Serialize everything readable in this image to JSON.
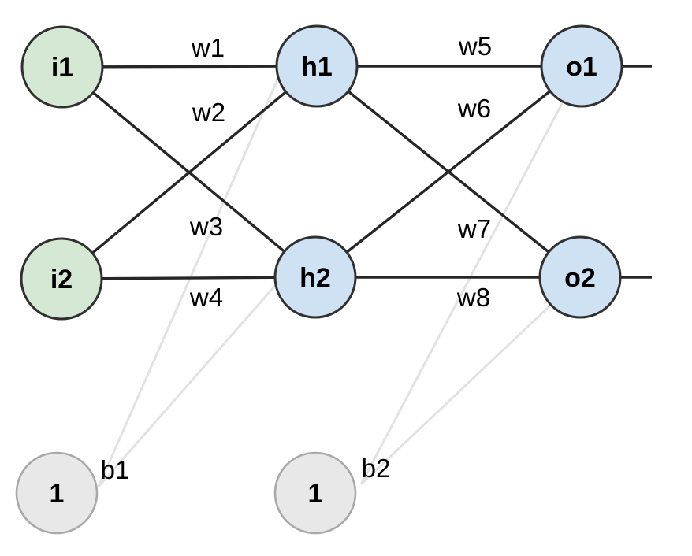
{
  "colors": {
    "background": "#ffffff",
    "input_fill": "#d5e8d4",
    "hidden_fill": "#cfe2f3",
    "output_fill": "#cfe2f3",
    "bias_fill": "#e8e8e8",
    "node_border": "#303030",
    "bias_border": "#a9a9a9",
    "edge_dark": "#262626",
    "edge_light": "#e2e2e2",
    "text": "#000000"
  },
  "diagram": {
    "type": "feedforward-neural-network",
    "description": "Two-input, two-hidden, two-output neural network with bias nodes",
    "nodes": {
      "i1": {
        "label": "i1",
        "type": "input"
      },
      "i2": {
        "label": "i2",
        "type": "input"
      },
      "h1": {
        "label": "h1",
        "type": "hidden"
      },
      "h2": {
        "label": "h2",
        "type": "hidden"
      },
      "o1": {
        "label": "o1",
        "type": "output"
      },
      "o2": {
        "label": "o2",
        "type": "output"
      },
      "b1": {
        "label": "1",
        "type": "bias"
      },
      "b2": {
        "label": "1",
        "type": "bias"
      }
    },
    "weights": {
      "w1": {
        "label": "w1",
        "from": "i1",
        "to": "h1"
      },
      "w2": {
        "label": "w2",
        "from": "i2",
        "to": "h1"
      },
      "w3": {
        "label": "w3",
        "from": "i1",
        "to": "h2"
      },
      "w4": {
        "label": "w4",
        "from": "i2",
        "to": "h2"
      },
      "w5": {
        "label": "w5",
        "from": "h1",
        "to": "o1"
      },
      "w6": {
        "label": "w6",
        "from": "h2",
        "to": "o1"
      },
      "w7": {
        "label": "w7",
        "from": "h1",
        "to": "o2"
      },
      "w8": {
        "label": "w8",
        "from": "h2",
        "to": "o2"
      }
    },
    "biases": {
      "b1": {
        "label": "b1",
        "source_node": "b1",
        "feeds": [
          "h1",
          "h2"
        ]
      },
      "b2": {
        "label": "b2",
        "source_node": "b2",
        "feeds": [
          "o1",
          "o2"
        ]
      }
    }
  }
}
